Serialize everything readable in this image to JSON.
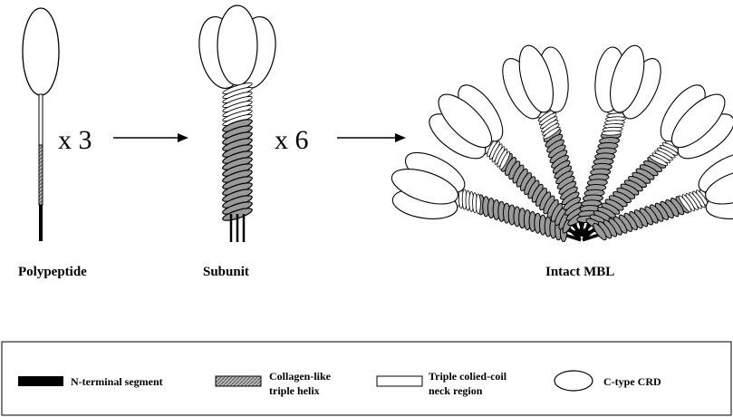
{
  "stages": {
    "polypeptide": "Polypeptide",
    "subunit": "Subunit",
    "intact": "Intact MBL"
  },
  "multipliers": {
    "first": "x 3",
    "second": "x 6"
  },
  "legend": {
    "n_terminal": "N-terminal segment",
    "collagen_line1": "Collagen-like",
    "collagen_line2": "triple helix",
    "neck_line1": "Triple colied-coil",
    "neck_line2": "neck region",
    "crd": "C-type CRD"
  }
}
